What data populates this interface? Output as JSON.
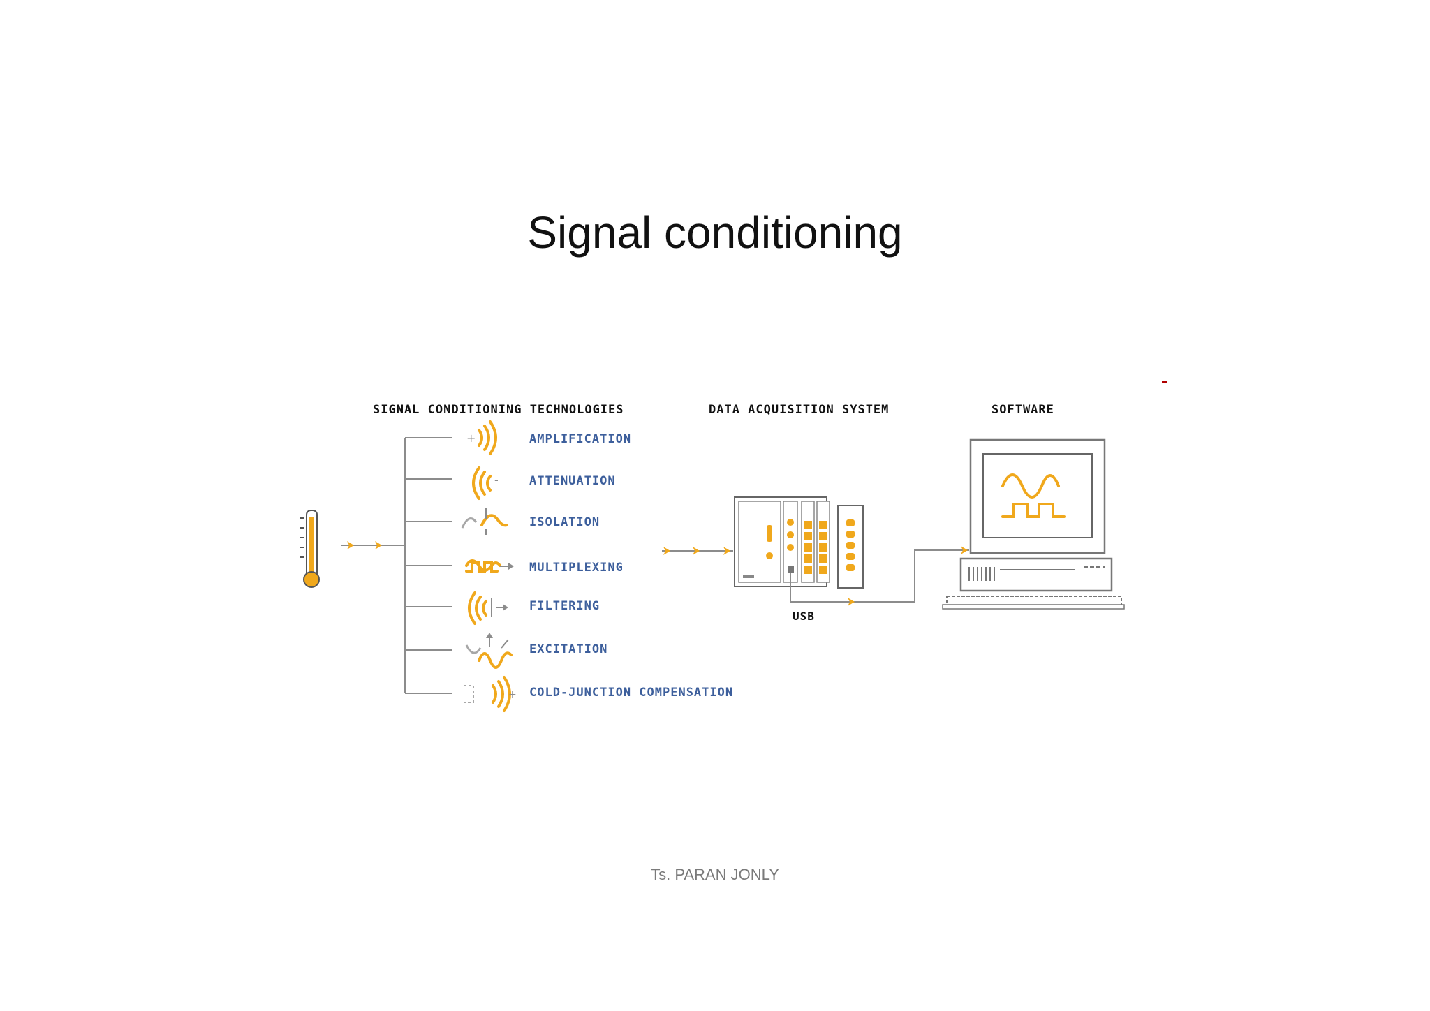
{
  "slide": {
    "title": "Signal conditioning",
    "footer": "Ts. PARAN JONLY"
  },
  "diagram": {
    "headers": {
      "signal_conditioning": "SIGNAL CONDITIONING TECHNOLOGIES",
      "daq": "DATA ACQUISITION SYSTEM",
      "software": "SOFTWARE"
    },
    "technologies": [
      {
        "label": "AMPLIFICATION",
        "icon": "amplification-icon"
      },
      {
        "label": "ATTENUATION",
        "icon": "attenuation-icon"
      },
      {
        "label": "ISOLATION",
        "icon": "isolation-icon"
      },
      {
        "label": "MULTIPLEXING",
        "icon": "multiplexing-icon"
      },
      {
        "label": "FILTERING",
        "icon": "filtering-icon"
      },
      {
        "label": "EXCITATION",
        "icon": "excitation-icon"
      },
      {
        "label": "COLD-JUNCTION COMPENSATION",
        "icon": "cold-junction-icon"
      }
    ],
    "usb_label": "USB",
    "colors": {
      "accent": "#f0a81c",
      "tech_text": "#3d5f9c",
      "line": "#8c8c8c"
    }
  }
}
